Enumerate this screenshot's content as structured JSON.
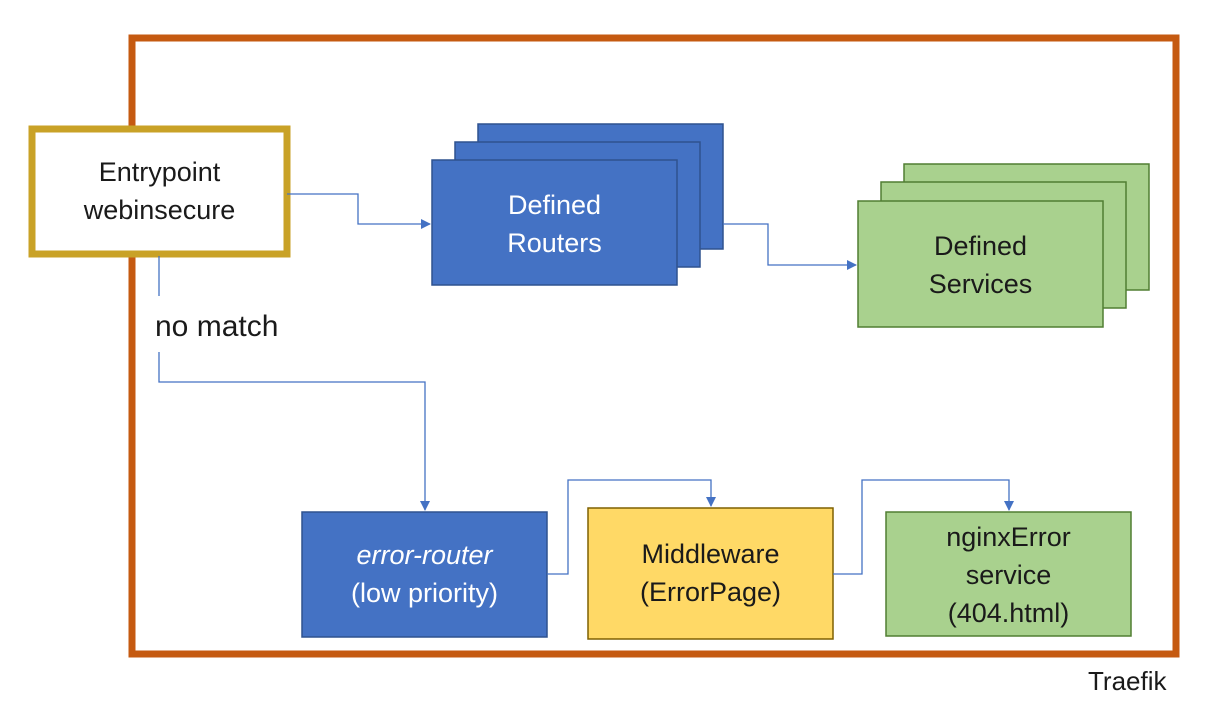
{
  "frame": {
    "label": "Traefik",
    "border_color": "#c55a11"
  },
  "entrypoint": {
    "line1": "Entrypoint",
    "line2": "webinsecure",
    "border_color": "#c9a227"
  },
  "routers": {
    "line1": "Defined",
    "line2": "Routers",
    "fill_color": "#4472c4"
  },
  "services": {
    "line1": "Defined",
    "line2": "Services",
    "fill_color": "#a9d18e"
  },
  "no_match_label": "no match",
  "error_router": {
    "line1": "error-router",
    "line2": "(low priority)",
    "fill_color": "#4472c4"
  },
  "middleware": {
    "line1": "Middleware",
    "line2": "(ErrorPage)",
    "fill_color": "#ffd966"
  },
  "nginx_error": {
    "line1": "nginxError",
    "line2": "service",
    "line3": "(404.html)",
    "fill_color": "#a9d18e"
  },
  "connector_color": "#4472c4"
}
